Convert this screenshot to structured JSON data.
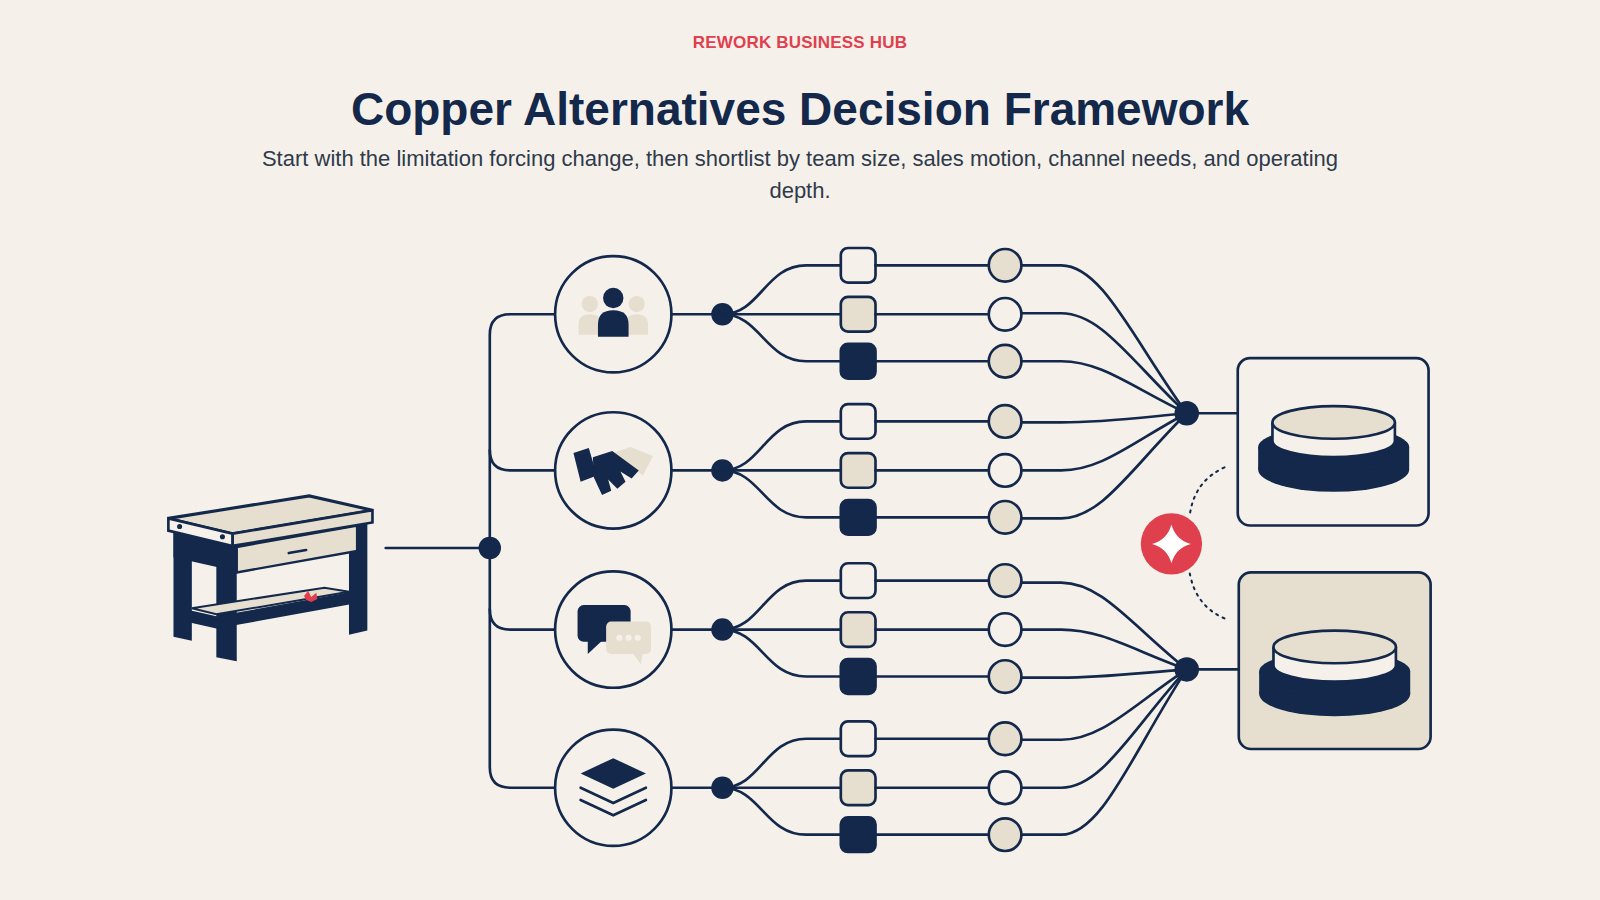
{
  "diagram": {
    "title": "Copper Alternatives Decision Framework",
    "caption": "Start with the limitation forcing change, then shortlist by team size, sales motion, channel needs, and operating depth.",
    "labels": [
      "REWORK BUSINESS HUB"
    ]
  }
}
